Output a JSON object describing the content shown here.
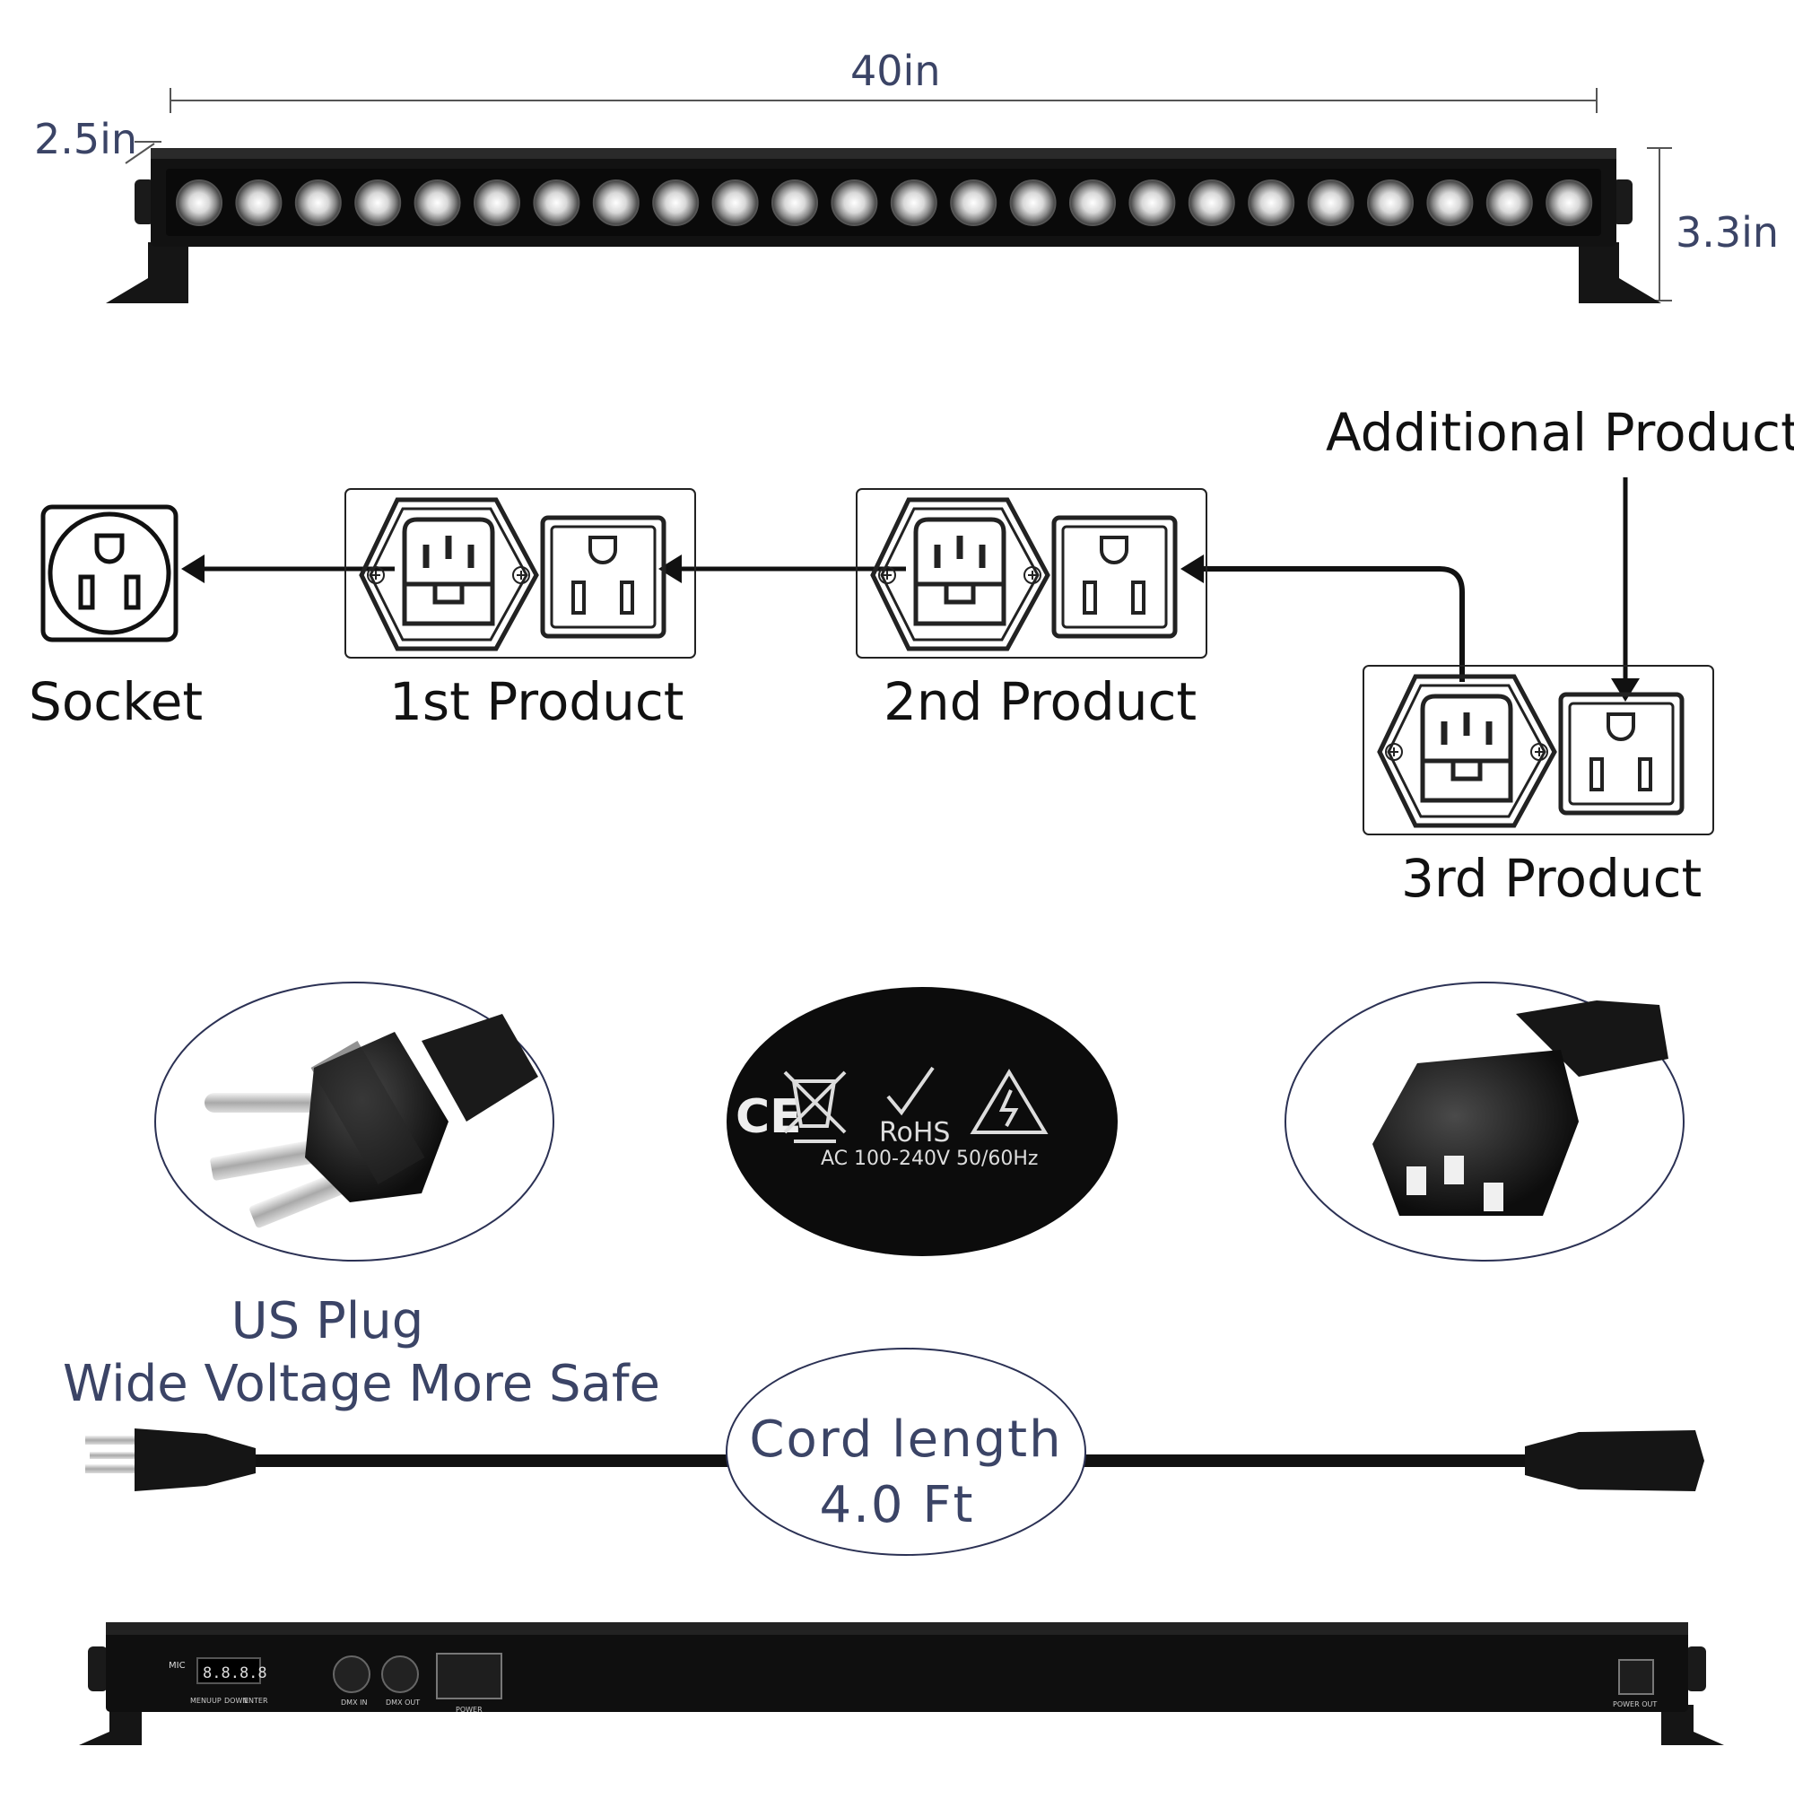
{
  "dimensions": {
    "length": "40in",
    "depth": "2.5in",
    "height": "3.3in"
  },
  "connection": {
    "additional_label": "Additional Products",
    "socket_label": "Socket",
    "product_labels": [
      "1st Product",
      "2nd Product",
      "3rd Product"
    ]
  },
  "photos": {
    "plug_icon": "us-plug-photo-icon",
    "cert_icon": "certification-marks-icon",
    "connector_icon": "iec-c13-connector-icon",
    "cert_text": "AC 100-240V 50/60Hz",
    "rohs_text": "RoHS",
    "ce_text": "CE"
  },
  "plug_caption": {
    "line1": "US Plug",
    "line2": "Wide Voltage More Safe"
  },
  "cord": {
    "line1": "Cord length",
    "line2": "4.0 Ft"
  },
  "back_panel": {
    "mic": "MIC",
    "display": "8.8.8.8",
    "buttons": [
      "MENU",
      "UP",
      "DOWN",
      "ENTER"
    ],
    "dmx_in": "DMX IN",
    "dmx_out": "DMX OUT",
    "power": "POWER",
    "power_out": "POWER OUT"
  },
  "colors": {
    "dim_text": "#3b4466",
    "device": "#111111",
    "outline": "#222222"
  }
}
